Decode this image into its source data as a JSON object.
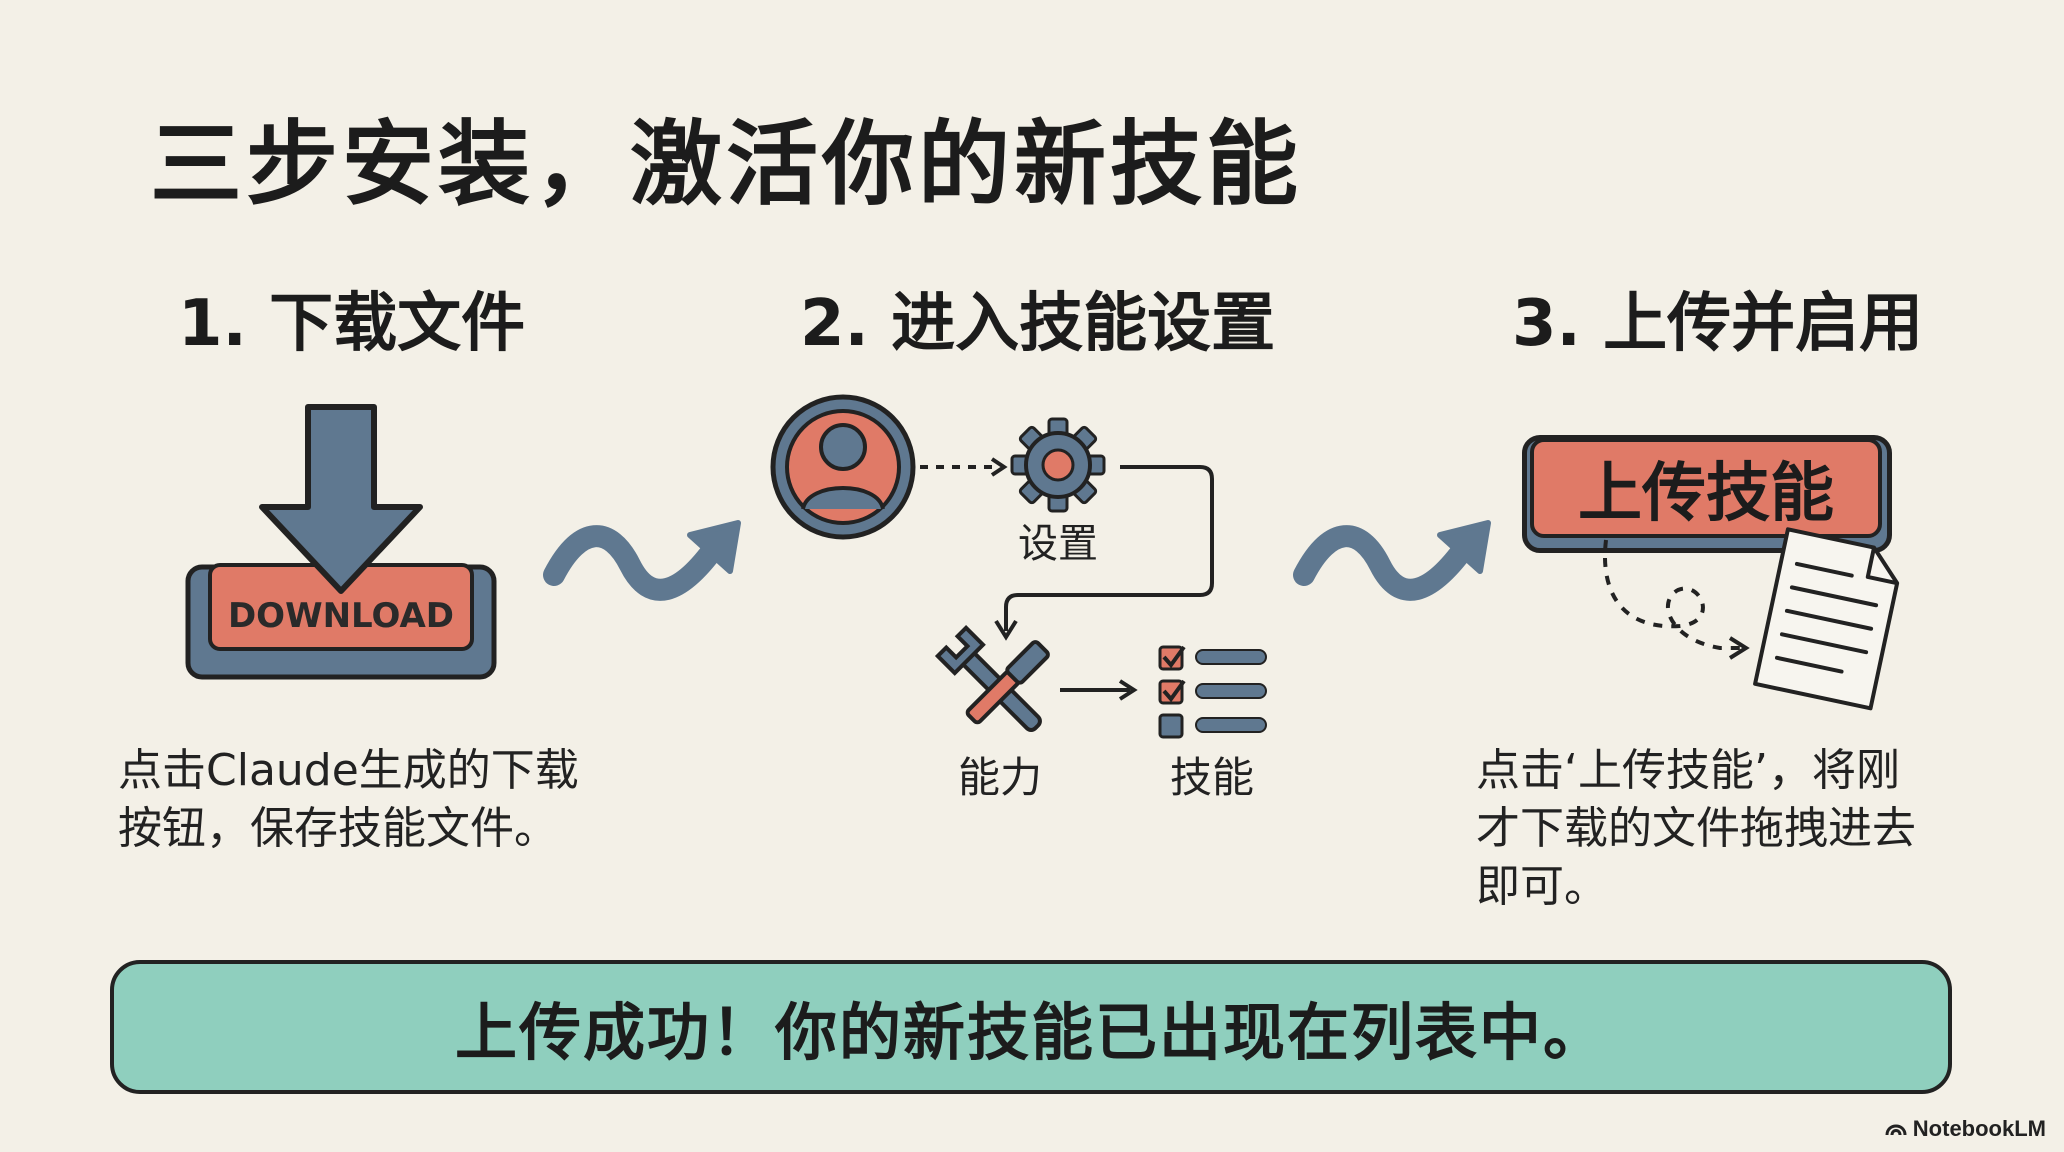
{
  "title": "三步安装，激活你的新技能",
  "steps": [
    {
      "heading": "1. 下载文件",
      "icon_text": "DOWNLOAD",
      "desc_lines": [
        "点击Claude生成的下载",
        "按钮，保存技能文件。"
      ]
    },
    {
      "heading": "2. 进入技能设置",
      "gear_label": "设置",
      "tools_label": "能力",
      "skills_label": "技能"
    },
    {
      "heading": "3. 上传并启用",
      "button_text": "上传技能",
      "desc_lines": [
        "点击‘上传技能’，将刚",
        "才下载的文件拖拽进去",
        "即可。"
      ]
    }
  ],
  "banner": "上传成功！你的新技能已出现在列表中。",
  "brand": "NotebookLM",
  "colors": {
    "background": "#f3f0e7",
    "coral": "#e07a67",
    "slate": "#5f7890",
    "mint": "#8fcfbe",
    "ink": "#222222"
  },
  "icons": [
    "download-arrow-icon",
    "user-icon",
    "gear-icon",
    "tools-icon",
    "checklist-icon",
    "document-icon",
    "squiggle-arrow-icon"
  ]
}
